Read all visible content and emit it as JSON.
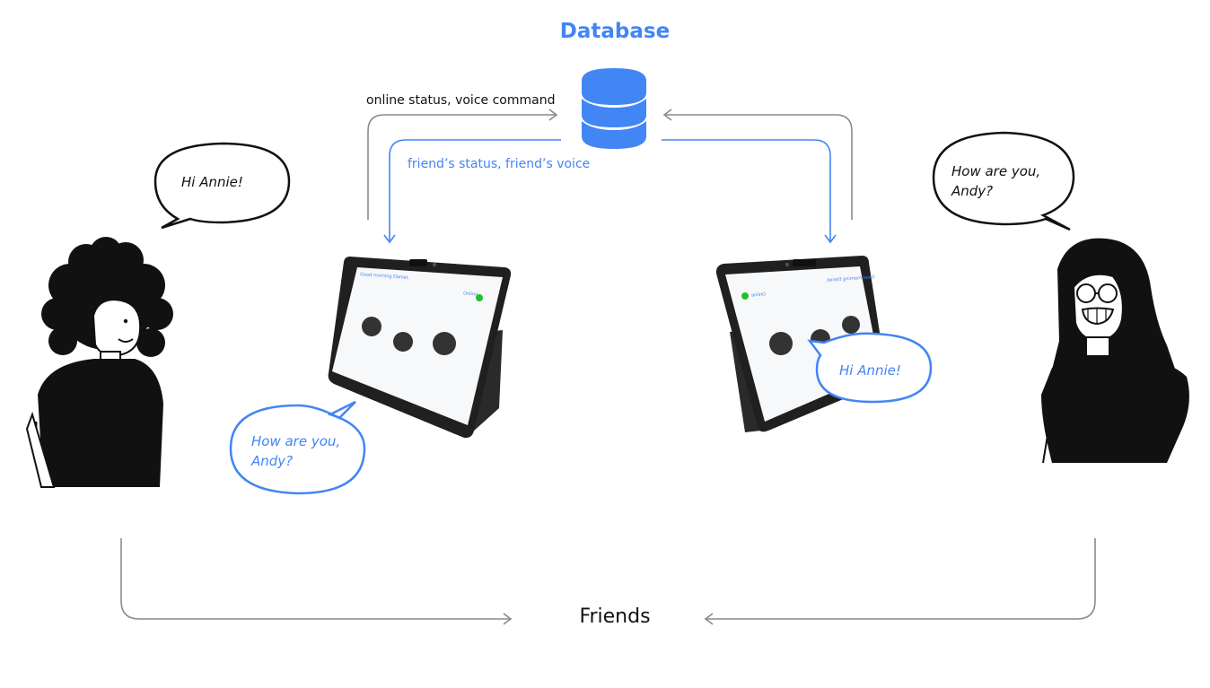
{
  "database": {
    "title": "Database"
  },
  "arrows": {
    "upstream_label": "online status, voice command",
    "downstream_label": "friend’s status, friend’s voice"
  },
  "friends": {
    "label": "Friends"
  },
  "bubbles": {
    "left_person": "Hi Annie!",
    "right_person_line1": "How are you,",
    "right_person_line2": "Andy?",
    "left_device_line1": "How are you,",
    "left_device_line2": "Andy?",
    "right_device": "Hi Annie!"
  },
  "devices": {
    "left_screen": {
      "greeting": "Good morning Daniel,",
      "status": "Online",
      "status_color": "#22c02e"
    },
    "right_screen": {
      "greeting": "Good morning Daniel,",
      "status": "Online",
      "status_color": "#22c02e"
    }
  },
  "colors": {
    "accent": "#4285f4",
    "connector": "#8a8a8a",
    "ink": "#111111"
  },
  "icons": [
    "database-icon",
    "person-left-illustration",
    "person-right-illustration",
    "tablet-device-left",
    "tablet-device-right"
  ]
}
